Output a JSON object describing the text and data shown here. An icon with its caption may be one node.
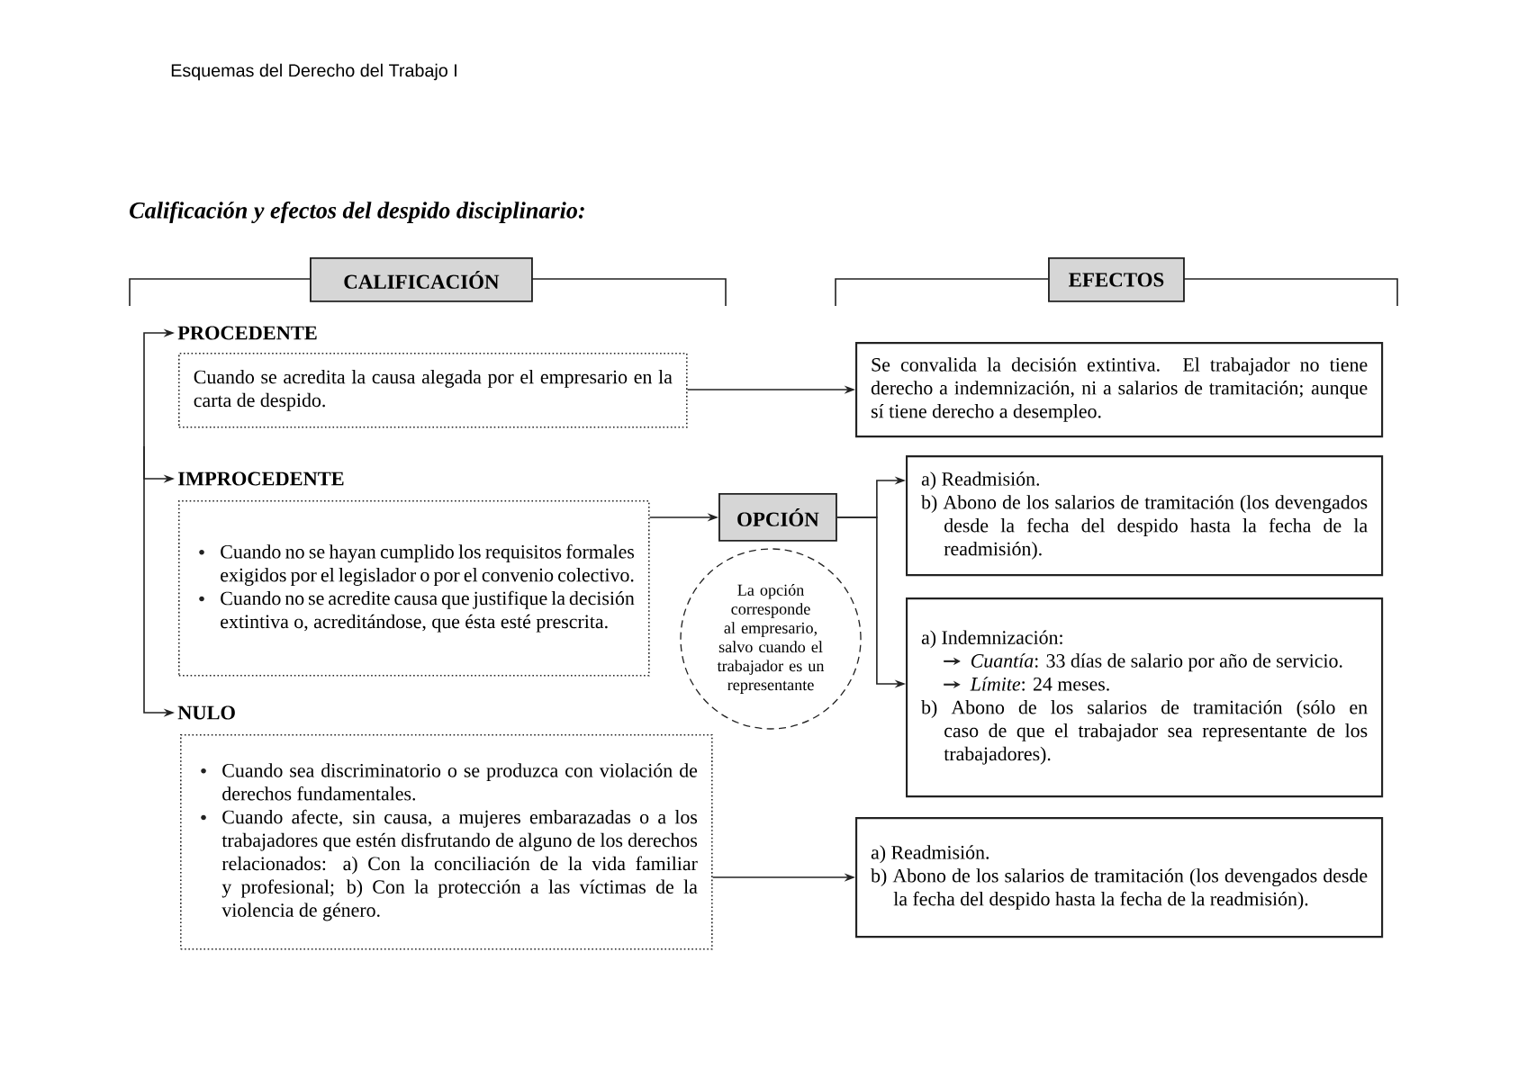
{
  "diagram": {
    "title": "Calificación y efectos del despido disciplinario:",
    "nodes": [
      {
        "text": [
          "CALIFICACIÓN"
        ]
      },
      {
        "text": [
          "EFECTOS"
        ]
      },
      {
        "text": [
          "PROCEDENTE"
        ]
      },
      {
        "text": [
          "Cuando se acredita la causa alegada por el empresario en la carta de despido."
        ]
      },
      {
        "text": [
          "Se convalida la decisión extintiva. El trabajador no tiene derecho a indemnización, ni a salarios de tramitación; aunque sí tiene derecho a desempleo."
        ]
      },
      {
        "text": [
          "IMPROCEDENTE"
        ]
      },
      {
        "text": [
          "Cuando no se hayan cumplido los requisitos formales exigidos por el legislador o por el convenio colectivo.",
          "Cuando no se acredite causa que justifique la decisión extintiva o, acreditándose, que ésta esté prescrita."
        ]
      },
      {
        "text": [
          "OPCIÓN"
        ]
      },
      {
        "text": [
          "La opción corresponde al empresario, salvo cuando el trabajador es un representante"
        ]
      },
      {
        "text": [
          "a) Readmisión.",
          "b) Abono de los salarios de tramitación (los devengados desde la fecha del despido hasta la fecha de la readmisión)."
        ]
      },
      {
        "text": [
          "a) Indemnización:",
          "*Cuantía*: 33 días de salario por año de servicio.",
          "*Límite*: 24 meses.",
          "b) Abono de los salarios de tramitación (sólo en caso de que el trabajador sea representante de los trabajadores)."
        ]
      },
      {
        "text": [
          "NULO"
        ]
      },
      {
        "text": [
          "Cuando sea discriminatorio o se produzca con violación de derechos fundamentales.",
          "Cuando afecte, sin causa, a mujeres embarazadas o a los trabajadores que estén disfrutando de alguno de los derechos relacionados: a) Con la conciliación de la vida familiar y profesional; b) Con la protección a las víctimas de la violencia de género."
        ]
      },
      {
        "text": [
          "a) Readmisión.",
          "b) Abono de los salarios de tramitación (los devengados desde la fecha del despido hasta la fecha de la readmisión)."
        ]
      }
    ],
    "edges": [
      {
        "from": null,
        "to": 2,
        "arrow": "to"
      },
      {
        "from": null,
        "to": 5,
        "arrow": "to"
      },
      {
        "from": null,
        "to": 11,
        "arrow": "to"
      },
      {
        "from": 3,
        "to": 4,
        "arrow": "to"
      },
      {
        "from": 6,
        "to": 7,
        "arrow": "to"
      },
      {
        "from": 7,
        "to": 9,
        "arrow": "to"
      },
      {
        "from": 7,
        "to": 10,
        "arrow": "to"
      },
      {
        "from": 12,
        "to": 13,
        "arrow": "to"
      }
    ],
    "labels": [
      "Esquemas del Derecho del Trabajo I"
    ]
  }
}
